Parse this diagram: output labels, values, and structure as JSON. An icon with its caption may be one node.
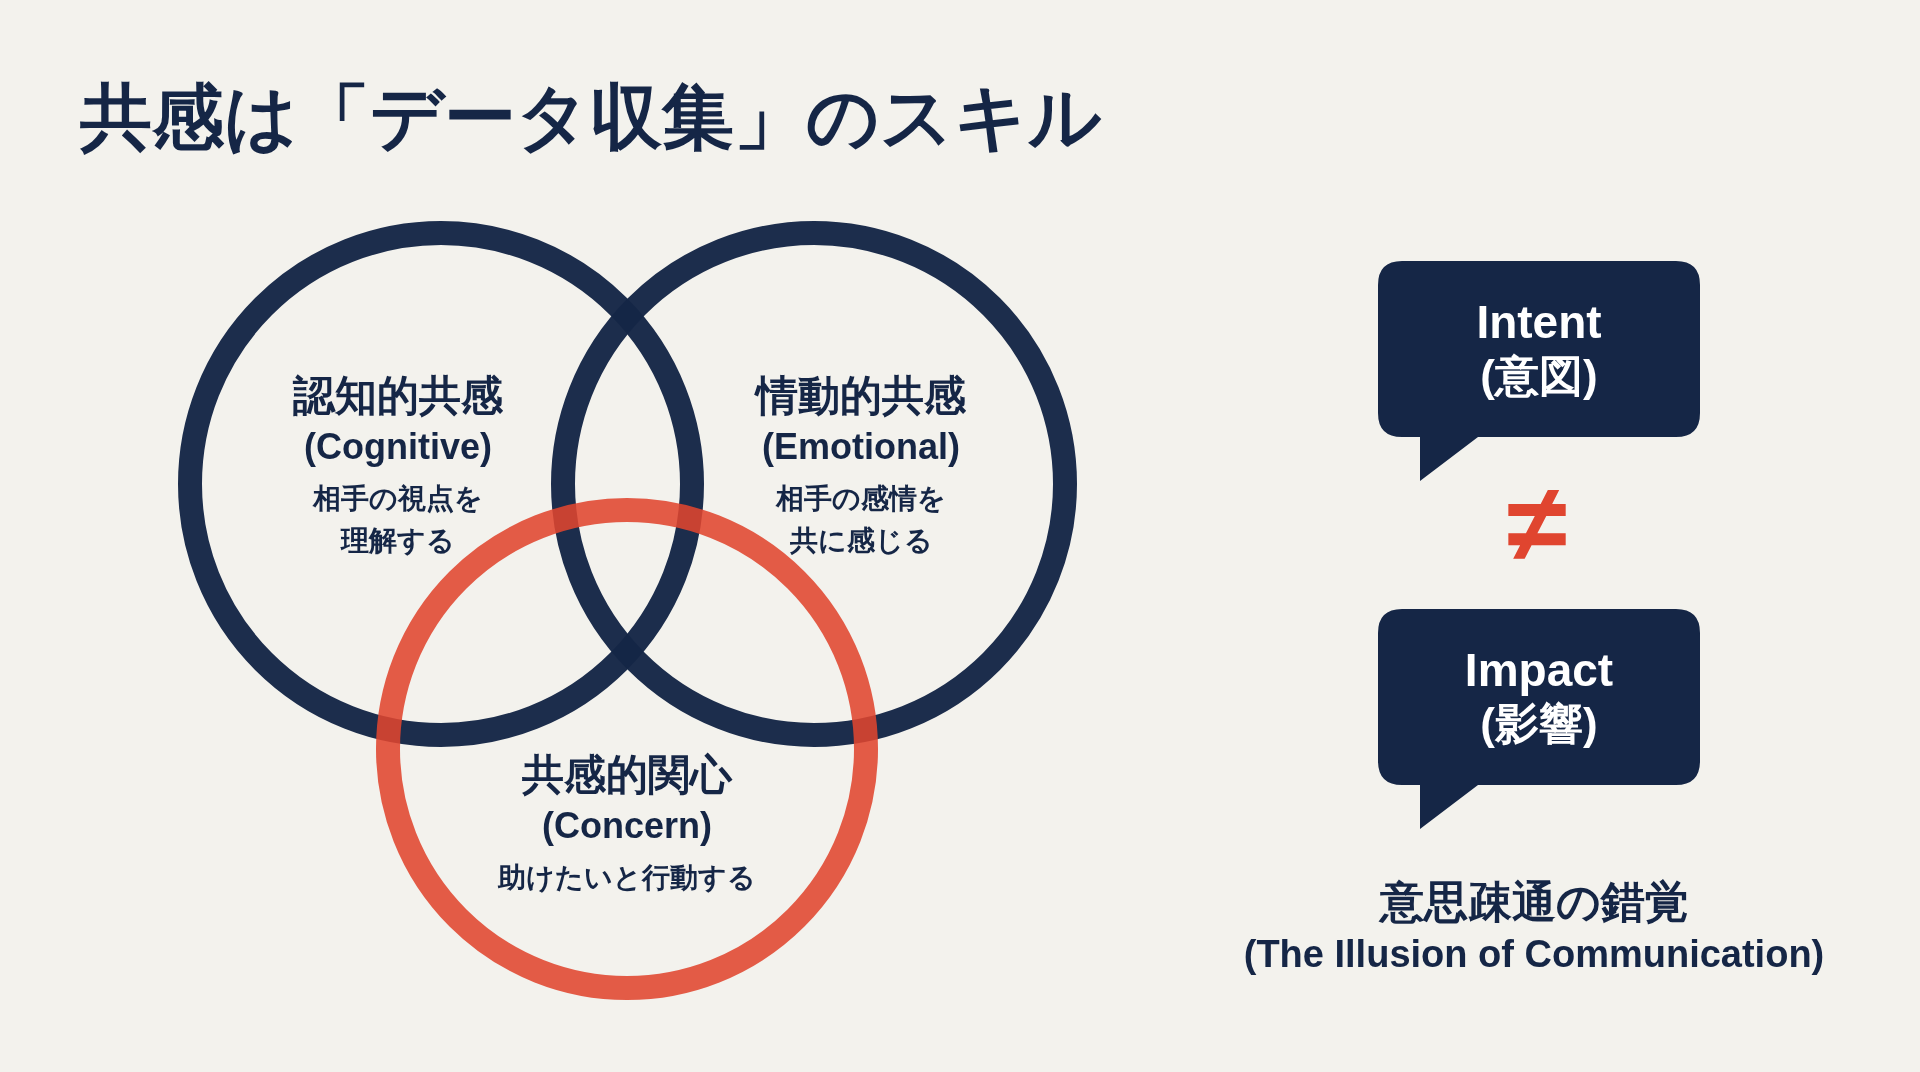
{
  "diagram": {
    "title": "共感は「データ収集」のスキル",
    "nodes": [
      {
        "text": [
          "認知的共感",
          "(Cognitive)",
          "相手の視点を理解する"
        ]
      },
      {
        "text": [
          "情動的共感",
          "(Emotional)",
          "相手の感情を共に感じる"
        ]
      },
      {
        "text": [
          "共感的関心",
          "(Concern)",
          "助けたいと行動する"
        ]
      },
      {
        "text": [
          "Intent",
          "(意図)"
        ]
      },
      {
        "text": [
          "Impact",
          "(影響)"
        ]
      }
    ],
    "labels": [
      "≠",
      "意思疎通の錯覚",
      "(The Illusion of Communication)"
    ]
  }
}
